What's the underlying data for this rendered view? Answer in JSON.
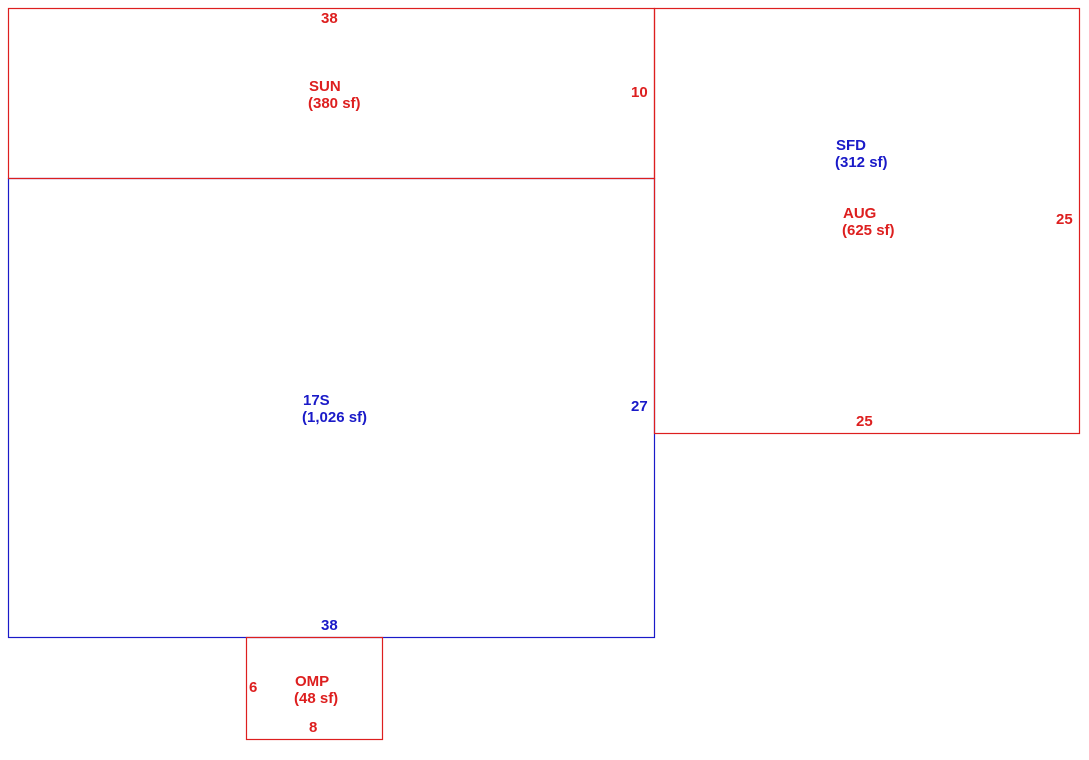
{
  "colors": {
    "red": "#dd1f1f",
    "blue": "#1a1ac8"
  },
  "areas": {
    "sun": {
      "code": "SUN",
      "area": "(380 sf)"
    },
    "s17": {
      "code": "17S",
      "area": "(1,026 sf)"
    },
    "sfd": {
      "code": "SFD",
      "area": "(312 sf)"
    },
    "aug": {
      "code": "AUG",
      "area": "(625 sf)"
    },
    "omp": {
      "code": "OMP",
      "area": "(48 sf)"
    }
  },
  "dimensions": {
    "sun_top": "38",
    "sun_right": "10",
    "s17_right": "27",
    "s17_bottom": "38",
    "aug_right": "25",
    "aug_bottom": "25",
    "omp_left": "6",
    "omp_bottom": "8"
  }
}
